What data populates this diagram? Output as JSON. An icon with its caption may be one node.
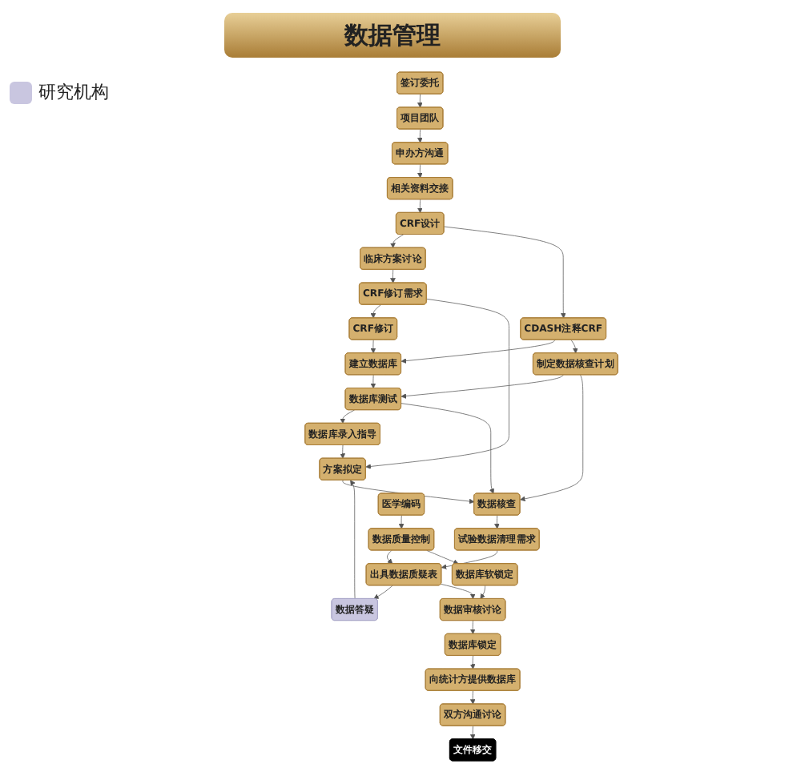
{
  "diagram": {
    "title": "数据管理",
    "nodes": [
      {
        "text": [
          "签订委托"
        ]
      },
      {
        "text": [
          "项目团队"
        ]
      },
      {
        "text": [
          "申办方沟通"
        ]
      },
      {
        "text": [
          "临床方案讨论"
        ]
      },
      {
        "text": [
          "CRF设计"
        ]
      },
      {
        "text": [
          "相关资料交接"
        ]
      },
      {
        "text": [
          "CRF修订需求"
        ]
      },
      {
        "text": [
          "CDASH注释CRF"
        ]
      },
      {
        "text": [
          "CRF修订"
        ]
      },
      {
        "text": [
          "建立数据库"
        ]
      },
      {
        "text": [
          "数据库录入指导"
        ]
      },
      {
        "text": [
          "数据库测试"
        ]
      },
      {
        "text": [
          "制定数据核查计划"
        ]
      },
      {
        "text": [
          "方案拟定"
        ]
      },
      {
        "text": [
          "数据核查"
        ]
      },
      {
        "text": [
          "试验数据清理需求"
        ]
      },
      {
        "text": [
          "医学编码"
        ]
      },
      {
        "text": [
          "数据答疑"
        ]
      },
      {
        "text": [
          "出具数据质疑表"
        ]
      },
      {
        "text": [
          "数据质量控制"
        ]
      },
      {
        "text": [
          "数据库锁定"
        ]
      },
      {
        "text": [
          "数据审核讨论"
        ]
      },
      {
        "text": [
          "数据库软锁定"
        ]
      },
      {
        "text": [
          "向统计方提供数据库"
        ]
      },
      {
        "text": [
          "双方沟通讨论"
        ]
      },
      {
        "text": [
          "文件移交"
        ]
      }
    ],
    "edges": [
      {
        "from": 0,
        "to": 1,
        "arrow": "to"
      },
      {
        "from": 1,
        "to": 2,
        "arrow": "to"
      },
      {
        "from": 2,
        "to": 5,
        "arrow": "to"
      },
      {
        "from": 5,
        "to": 4,
        "arrow": "to"
      },
      {
        "from": 4,
        "to": 3,
        "arrow": "to"
      },
      {
        "from": 4,
        "to": 7,
        "arrow": "to"
      },
      {
        "from": 3,
        "to": 6,
        "arrow": "to"
      },
      {
        "from": 6,
        "to": 8,
        "arrow": "to"
      },
      {
        "from": 6,
        "to": 13,
        "arrow": "to"
      },
      {
        "from": 7,
        "to": 9,
        "arrow": "to"
      },
      {
        "from": 7,
        "to": 12,
        "arrow": "to"
      },
      {
        "from": 8,
        "to": 9,
        "arrow": "to"
      },
      {
        "from": 9,
        "to": 11,
        "arrow": "to"
      },
      {
        "from": 11,
        "to": 10,
        "arrow": "to"
      },
      {
        "from": 12,
        "to": 11,
        "arrow": "to"
      },
      {
        "from": 10,
        "to": 13,
        "arrow": "to"
      },
      {
        "from": 13,
        "to": 14,
        "arrow": "to"
      },
      {
        "from": 12,
        "to": 14,
        "arrow": "to"
      },
      {
        "from": 11,
        "to": 14,
        "arrow": "to"
      },
      {
        "from": 14,
        "to": 15,
        "arrow": "to"
      },
      {
        "from": 15,
        "to": 18,
        "arrow": "to"
      },
      {
        "from": 18,
        "to": 17,
        "arrow": "to"
      },
      {
        "from": 17,
        "to": 13,
        "arrow": "to"
      },
      {
        "from": 16,
        "to": 19,
        "arrow": "to"
      },
      {
        "from": 19,
        "to": 18,
        "arrow": "to"
      },
      {
        "from": 19,
        "to": 22,
        "arrow": "to"
      },
      {
        "from": 18,
        "to": 21,
        "arrow": "to"
      },
      {
        "from": 22,
        "to": 21,
        "arrow": "to"
      },
      {
        "from": 21,
        "to": 20,
        "arrow": "to"
      },
      {
        "from": 20,
        "to": 23,
        "arrow": "to"
      },
      {
        "from": 23,
        "to": 24,
        "arrow": "to"
      },
      {
        "from": 24,
        "to": 25,
        "arrow": "to"
      }
    ],
    "legend": [
      {
        "text": "研究机构",
        "color": "#c9c6e0"
      }
    ]
  }
}
